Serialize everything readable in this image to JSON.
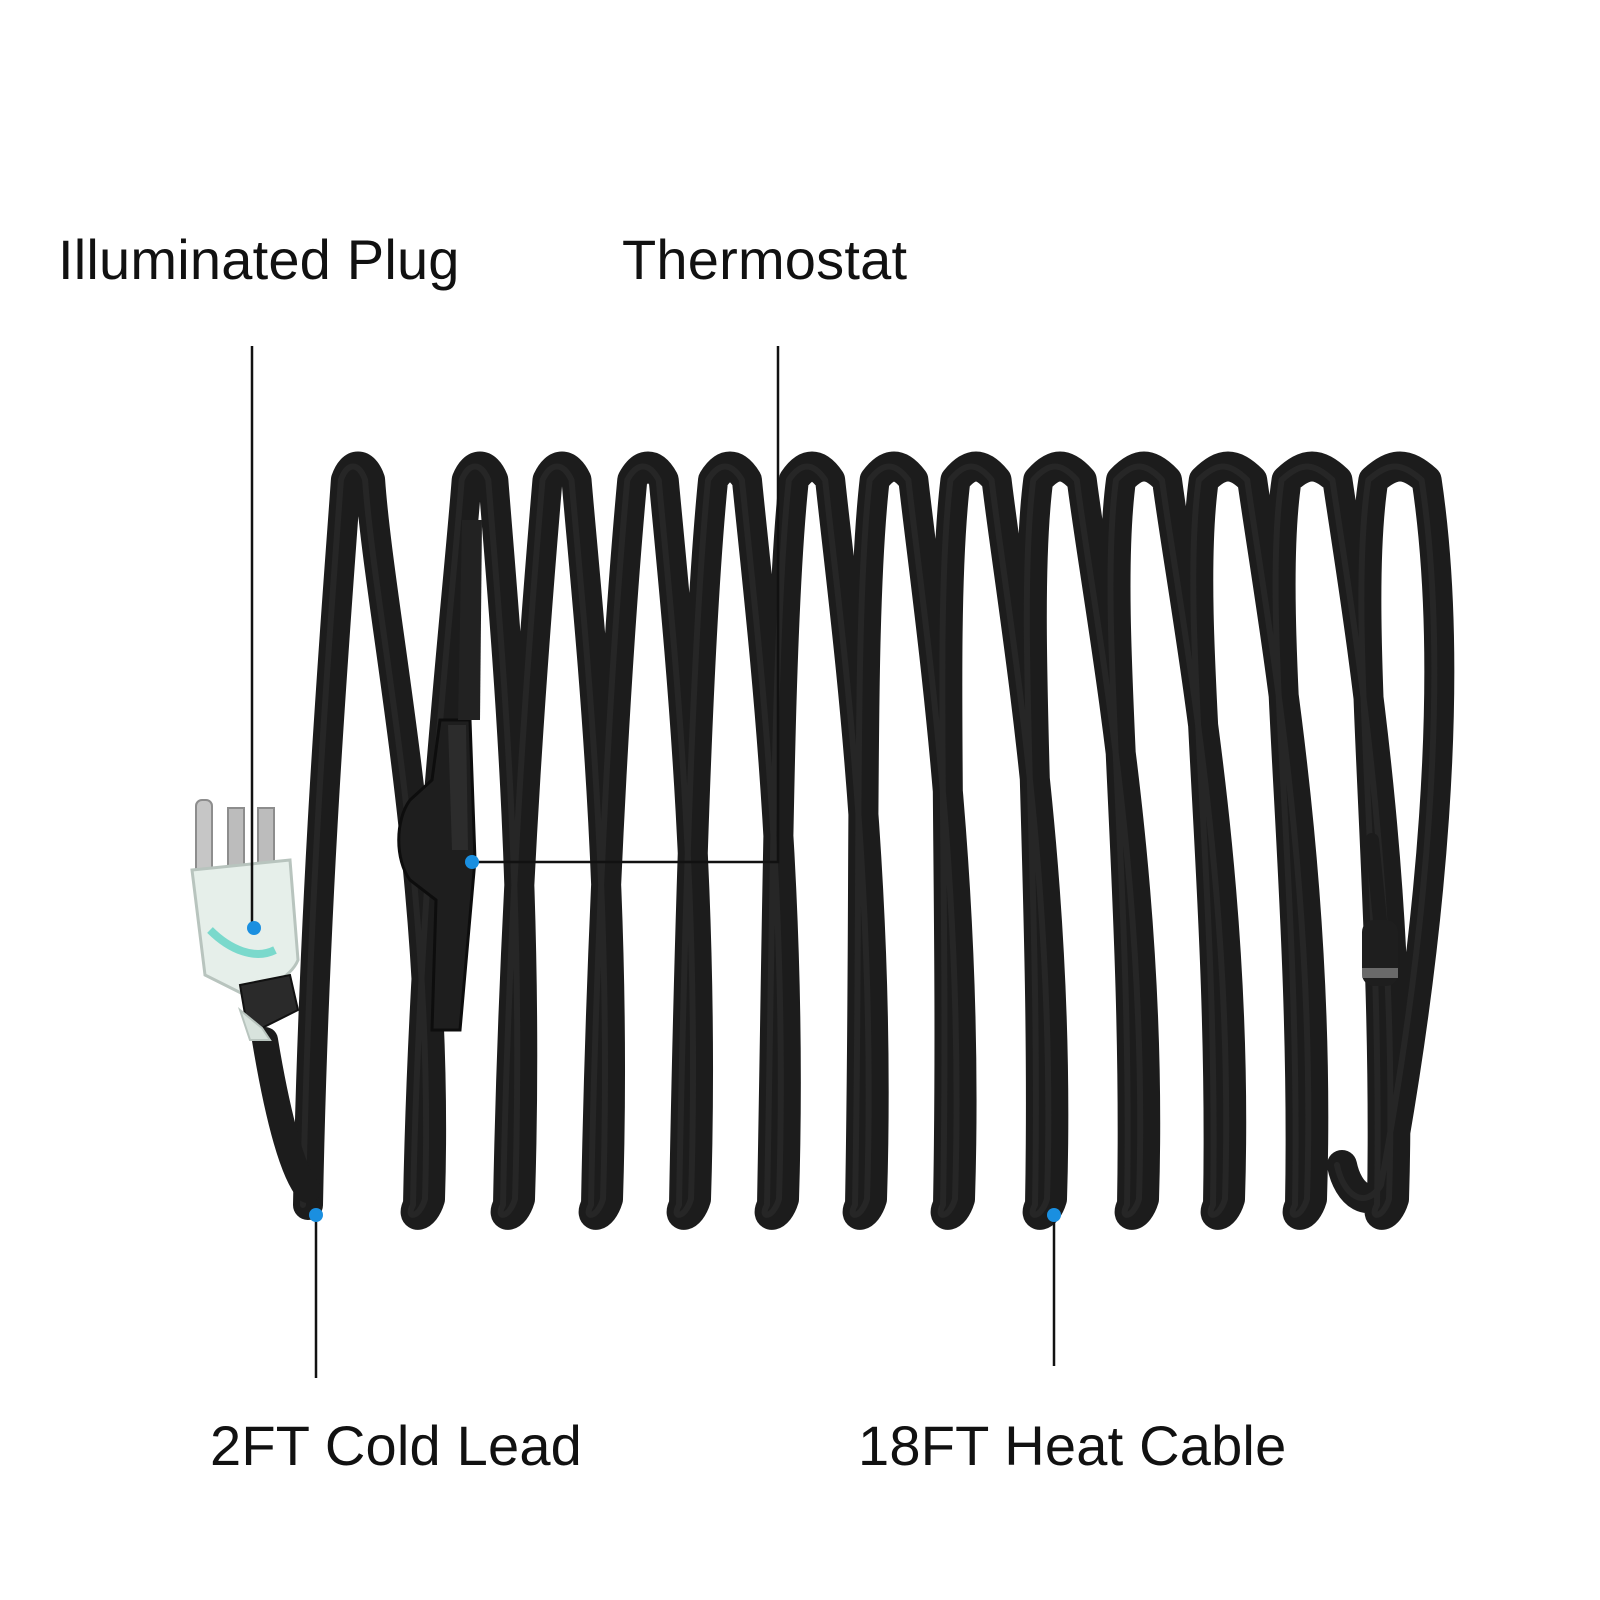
{
  "labels": {
    "illuminated_plug": "Illuminated Plug",
    "thermostat": "Thermostat",
    "cold_lead": "2FT Cold Lead",
    "heat_cable": "18FT Heat Cable"
  },
  "colors": {
    "cable": "#1c1c1c",
    "cable_highlight": "#3a3a3a",
    "callout_line": "#111111",
    "callout_dot": "#1a8fe0",
    "plug_body": "#e8f0ec",
    "plug_prongs": "#b9b9b9"
  },
  "icons": {
    "plug": "illuminated-plug-icon",
    "thermostat": "thermostat-icon",
    "end_cap": "cable-end-cap-icon"
  }
}
